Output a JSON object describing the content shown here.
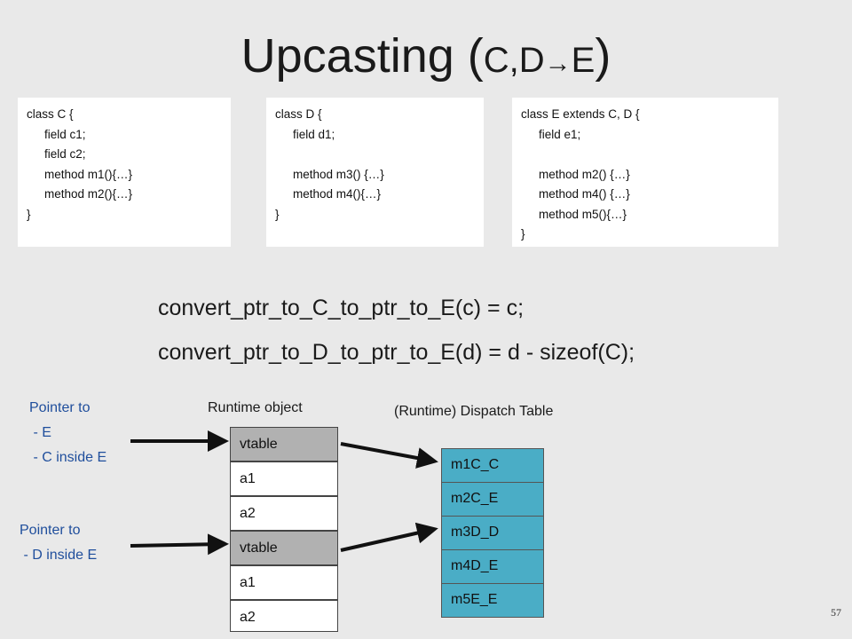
{
  "title": {
    "main": "Upcasting (",
    "sub": "C,D",
    "arrow": "→",
    "sub2": "E",
    "close": ")"
  },
  "classes": {
    "c": [
      "class C {",
      "field c1;",
      "field c2;",
      "method m1(){…}",
      "method m2(){…}",
      "}"
    ],
    "d": [
      "class D {",
      "field d1;",
      "",
      "method m3() {…}",
      "method m4(){…}",
      "}"
    ],
    "e": [
      "class E extends C, D {",
      "field e1;",
      "",
      "method m2() {…}",
      "method m4() {…}",
      "method m5(){…}",
      "}"
    ]
  },
  "formulas": {
    "f1": "convert_ptr_to_C_to_ptr_to_E(c) = c;",
    "f2": "convert_ptr_to_D_to_ptr_to_E(d) = d - sizeof(C);"
  },
  "labels": {
    "pointer1": [
      "Pointer to",
      " - E",
      " - C inside E"
    ],
    "pointer2": [
      "Pointer to",
      " - D inside E"
    ],
    "runtime_object": "Runtime object",
    "dispatch_table": "(Runtime) Dispatch Table"
  },
  "runtime_object": [
    "vtable",
    "a1",
    "a2",
    "vtable",
    "a1",
    "a2"
  ],
  "dispatch_table": [
    "m1C_C",
    "m2C_E",
    "m3D_D",
    "m4D_E",
    "m5E_E"
  ],
  "page_number": "57"
}
